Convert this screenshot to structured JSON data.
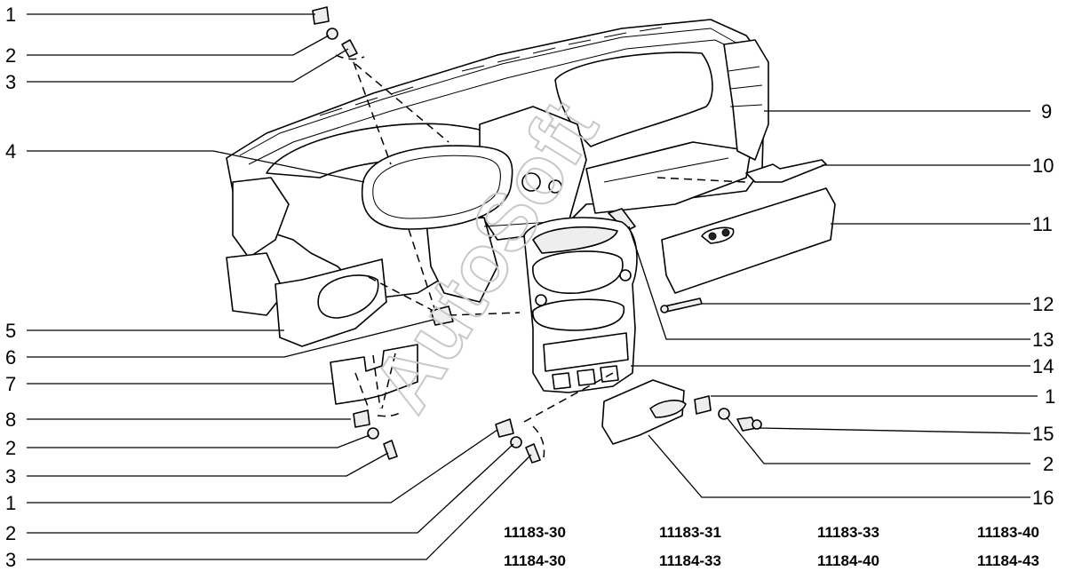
{
  "watermark": "AutoSoft",
  "callouts": [
    {
      "id": "c1a",
      "label": "1"
    },
    {
      "id": "c2a",
      "label": "2"
    },
    {
      "id": "c3a",
      "label": "3"
    },
    {
      "id": "c4",
      "label": "4"
    },
    {
      "id": "c5",
      "label": "5"
    },
    {
      "id": "c6",
      "label": "6"
    },
    {
      "id": "c7",
      "label": "7"
    },
    {
      "id": "c8",
      "label": "8"
    },
    {
      "id": "c2b",
      "label": "2"
    },
    {
      "id": "c3b",
      "label": "3"
    },
    {
      "id": "c1b",
      "label": "1"
    },
    {
      "id": "c2c",
      "label": "2"
    },
    {
      "id": "c3c",
      "label": "3"
    },
    {
      "id": "c9",
      "label": "9"
    },
    {
      "id": "c10",
      "label": "10"
    },
    {
      "id": "c11",
      "label": "11"
    },
    {
      "id": "c12",
      "label": "12"
    },
    {
      "id": "c13",
      "label": "13"
    },
    {
      "id": "c14",
      "label": "14"
    },
    {
      "id": "c1d",
      "label": "1"
    },
    {
      "id": "c15",
      "label": "15"
    },
    {
      "id": "c2d",
      "label": "2"
    },
    {
      "id": "c16",
      "label": "16"
    }
  ],
  "model_codes": {
    "row1": [
      "11183-30",
      "11183-31",
      "11183-33",
      "11183-40"
    ],
    "row2": [
      "11184-30",
      "11184-33",
      "11184-40",
      "11184-43"
    ]
  }
}
